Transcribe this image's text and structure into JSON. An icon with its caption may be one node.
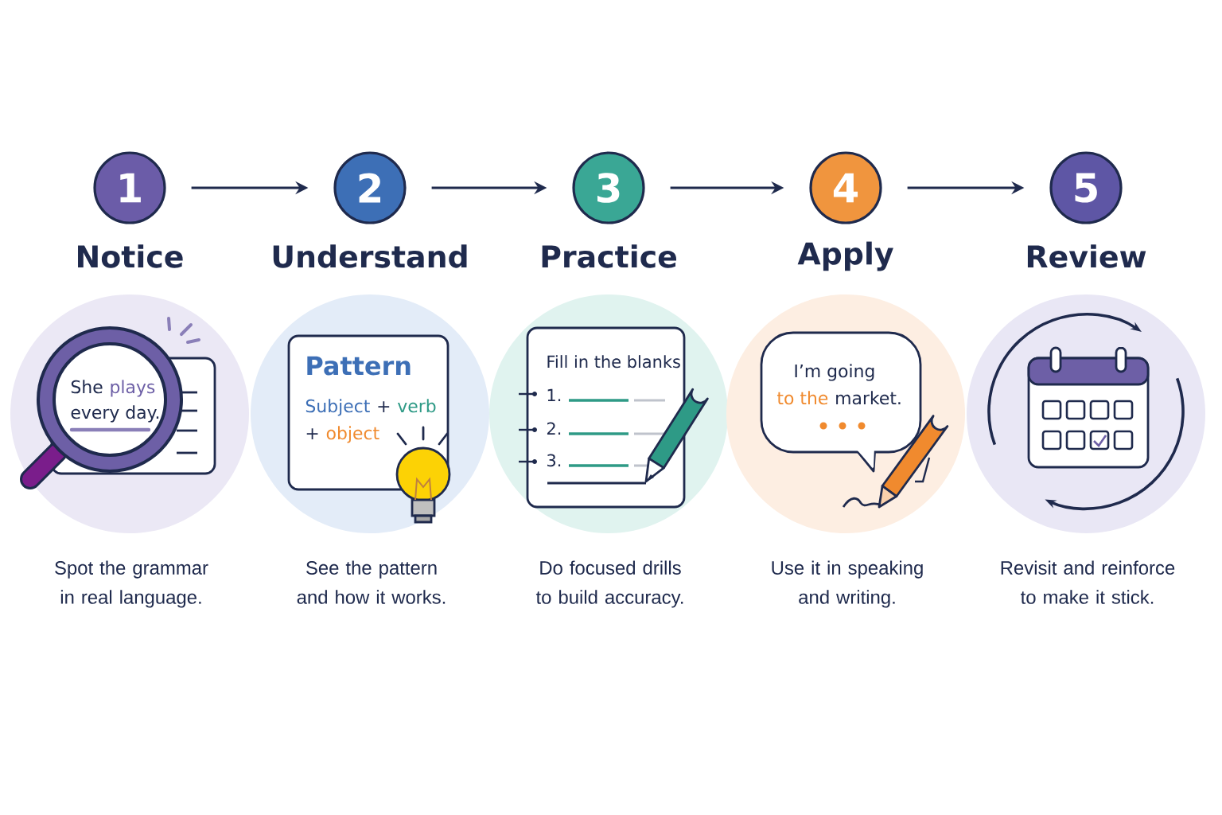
{
  "diagram": {
    "nodes": [
      {
        "text": [
          "1",
          "Notice"
        ]
      },
      {
        "text": [
          "2",
          "Understand"
        ]
      },
      {
        "text": [
          "3",
          "Practice"
        ]
      },
      {
        "text": [
          "4",
          "Apply"
        ]
      },
      {
        "text": [
          "5",
          "Review"
        ]
      },
      {
        "text": [
          "She",
          "plays",
          "every day."
        ]
      },
      {
        "text": [
          "Pattern",
          "Subject",
          "+",
          "verb",
          "+",
          "object"
        ]
      },
      {
        "text": [
          "Fill in the blanks",
          "1.",
          "2.",
          "3."
        ]
      },
      {
        "text": [
          "I’m going",
          "to the",
          "market."
        ]
      },
      {
        "text": [],
        "shape": "circle"
      }
    ],
    "edges": [
      {
        "from": 0,
        "to": 1,
        "arrow": "to"
      },
      {
        "from": 1,
        "to": 2,
        "arrow": "to"
      },
      {
        "from": 2,
        "to": 3,
        "arrow": "to"
      },
      {
        "from": 3,
        "to": 4,
        "arrow": "to"
      }
    ],
    "labels": [
      "Spot the grammar in real language.",
      "See the pattern and how it works.",
      "Do focused drills to build accuracy.",
      "Use it in speaking and writing.",
      "Revisit and reinforce to make it stick."
    ]
  }
}
